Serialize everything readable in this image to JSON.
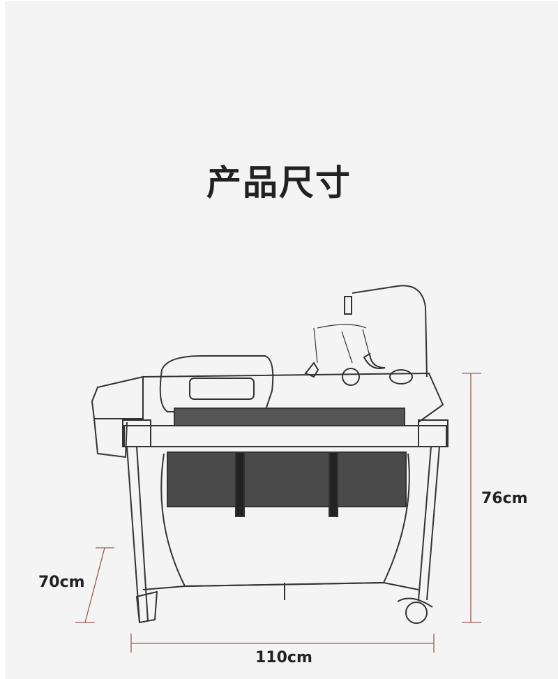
{
  "title": "产品尺寸",
  "dimensions": {
    "height": "76cm",
    "bed_height": "70cm",
    "width": "110cm"
  },
  "colors": {
    "dimension_line": "#9a5a55",
    "background": "#f4f4f4",
    "text": "#222222"
  }
}
